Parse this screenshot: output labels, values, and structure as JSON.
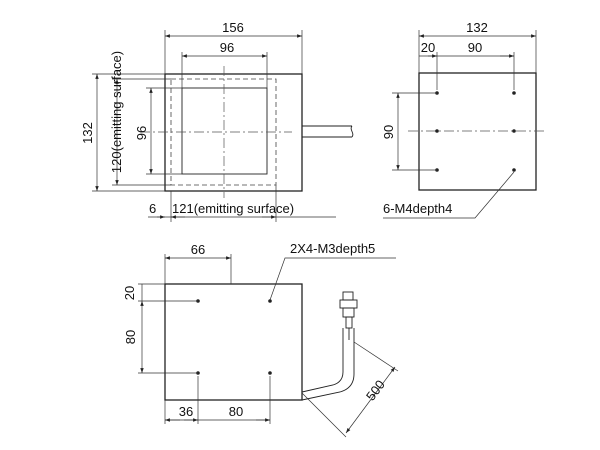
{
  "drawing": {
    "top_view": {
      "width_label": "156",
      "inner_width_label": "96",
      "height_label": "132",
      "emitting_height_label": "120(emitting surface)",
      "inner_height_label": "96",
      "offset_label": "6",
      "emitting_width_label": "121(emitting surface)"
    },
    "side_view": {
      "width_label": "132",
      "margin_label": "20",
      "hole_span_label": "90",
      "hole_height_label": "90",
      "hole_note": "6-M4depth4"
    },
    "bottom_view": {
      "hole_x_label": "66",
      "hole_note": "2X4-M3depth5",
      "top_margin_label": "20",
      "hole_spacing_label": "80",
      "edge_offset_label": "36",
      "bottom_spacing_label": "80",
      "cable_length_label": "500"
    }
  }
}
